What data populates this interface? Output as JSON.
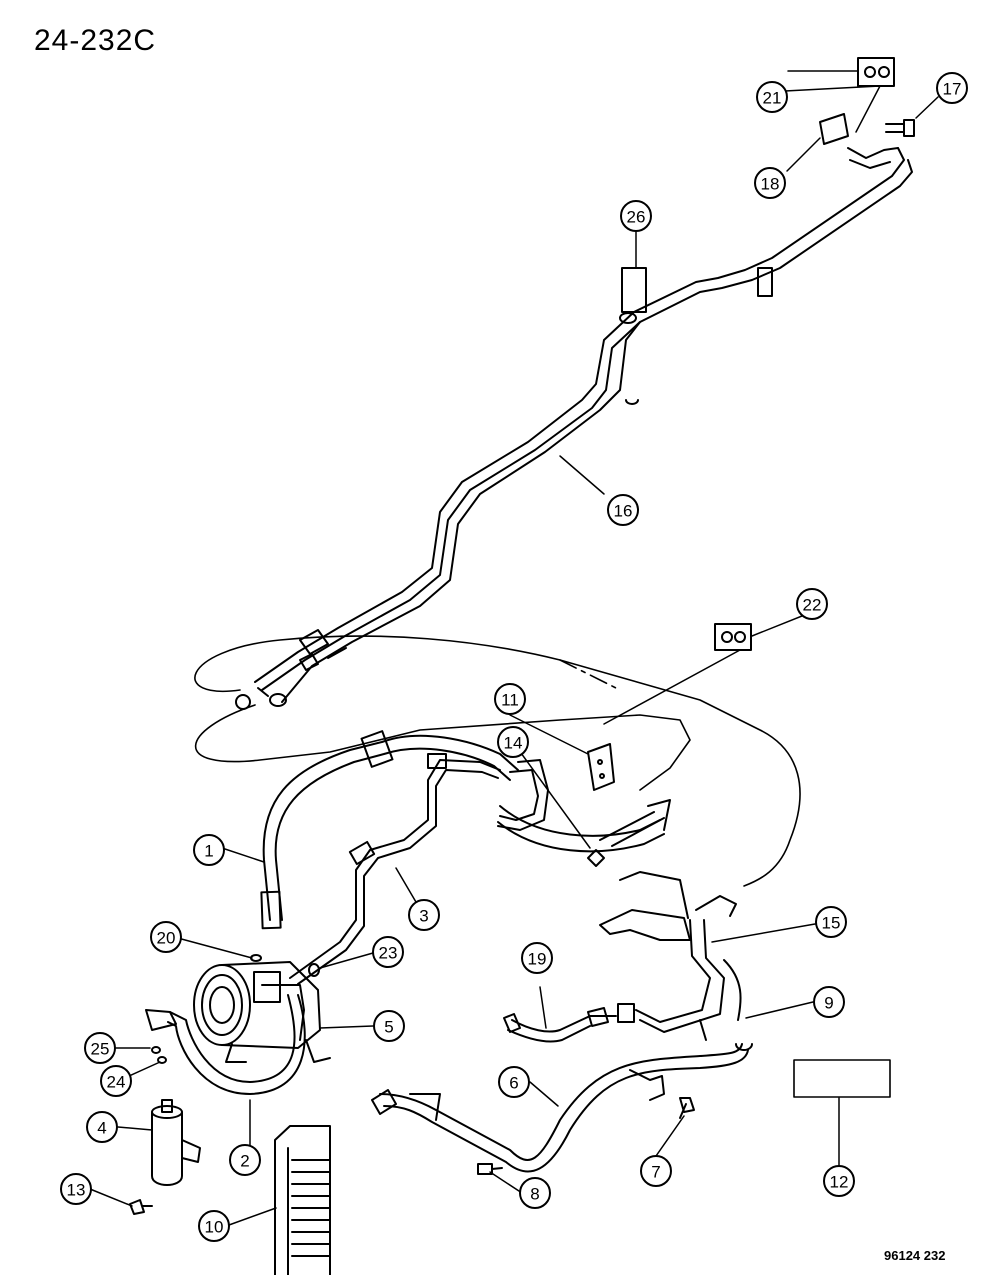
{
  "header": {
    "page_code": "24-232C"
  },
  "footer": {
    "figure_code": "96124  232"
  },
  "callouts": [
    "1",
    "2",
    "3",
    "4",
    "5",
    "6",
    "7",
    "8",
    "9",
    "10",
    "11",
    "12",
    "13",
    "14",
    "15",
    "16",
    "17",
    "18",
    "19",
    "20",
    "21",
    "22",
    "23",
    "24",
    "25",
    "26"
  ]
}
